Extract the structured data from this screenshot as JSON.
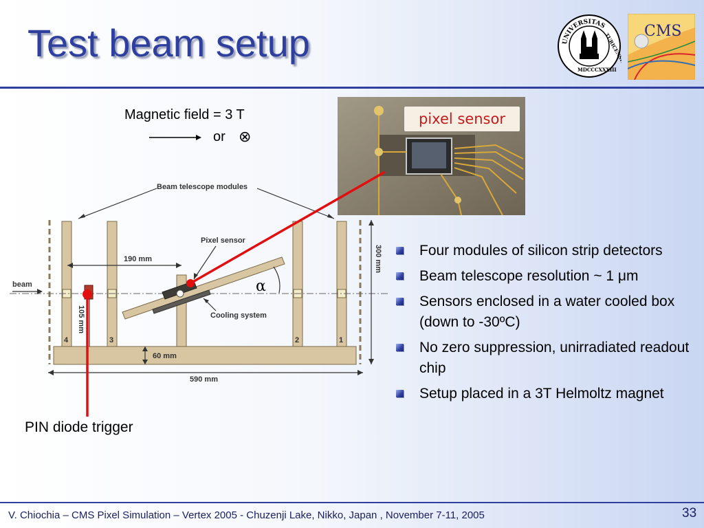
{
  "slide": {
    "title": "Test beam setup",
    "footer": "V. Chiochia – CMS Pixel Simulation – Vertex 2005 - Chuzenji Lake, Nikko, Japan , November 7-11, 2005",
    "page_number": "33"
  },
  "logos": {
    "uzh_top": "UNIVERSITAS",
    "uzh_right": "TURICENSIS",
    "uzh_bottom": "MDCCCXXXIII",
    "cms_text": "CMS"
  },
  "magnetic": {
    "line1": "Magnetic field = 3 T",
    "line2": "or",
    "symbol": "⊗"
  },
  "photo": {
    "label": "pixel sensor"
  },
  "diagram": {
    "modules_label": "Beam telescope modules",
    "pixel_sensor_label": "Pixel sensor",
    "cooling_label": "Cooling system",
    "beam_label": "beam",
    "dim_190": "190 mm",
    "dim_300": "300 mm",
    "dim_105": "105 mm",
    "dim_60": "60 mm",
    "dim_590": "590 mm",
    "module_numbers": [
      "4",
      "3",
      "2",
      "1"
    ],
    "alpha": "α"
  },
  "pin_label": "PIN diode trigger",
  "bullets": [
    "Four modules of silicon strip detectors",
    "Beam telescope resolution ~ 1 μm",
    "Sensors enclosed in a water cooled box (down to -30ºC)",
    "No zero suppression, unirradiated readout chip",
    "Setup placed in a 3T Helmoltz magnet"
  ],
  "colors": {
    "title": "#2e3f9e",
    "rule": "#2e3f9e",
    "pointer": "#e01010",
    "label_text": "#c61b1b",
    "wood": "#d8c6a3"
  }
}
